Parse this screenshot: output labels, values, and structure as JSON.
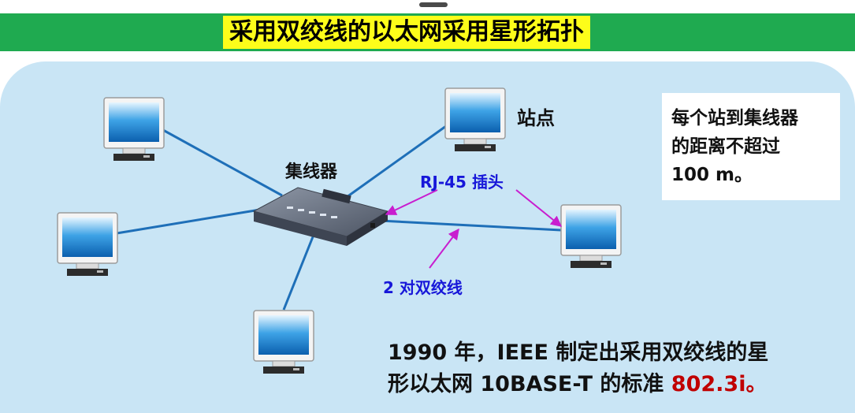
{
  "title": "采用双绞线的以太网采用星形拓扑",
  "labels": {
    "station": "站点",
    "hub": "集线器",
    "rj45": "RJ-45 插头",
    "twisted_pair": "2 对双绞线"
  },
  "info_box": {
    "lines": [
      "每个站到集线器",
      "的距离不超过",
      "100 m。"
    ]
  },
  "footer": {
    "line1": "1990 年，IEEE 制定出采用双绞线的星",
    "line2_prefix": "形以太网 10BASE-T 的标准 ",
    "line2_standard": "802.3i",
    "line2_suffix": "。"
  },
  "colors": {
    "title_band": "#1faa50",
    "title_highlight": "#fdfd1a",
    "background_panel": "#c9e5f5",
    "cable": "#1e6fb8",
    "annotation_arrow": "#c81ecf",
    "annotation_text": "#1717d9",
    "standard_highlight": "#c00000"
  }
}
